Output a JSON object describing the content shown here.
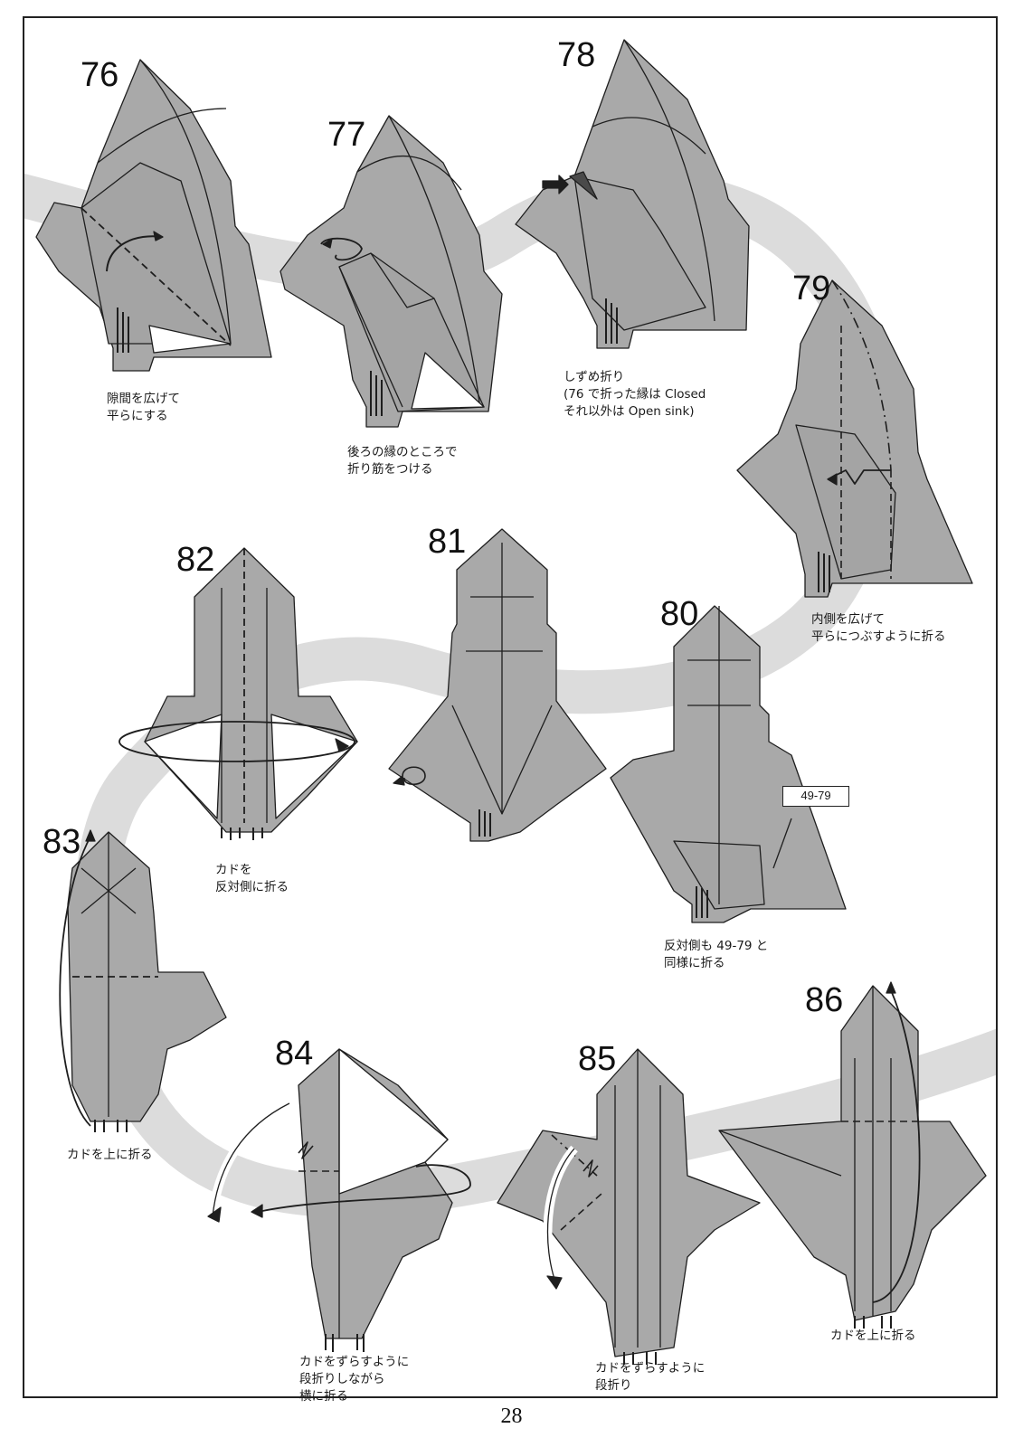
{
  "steps": [
    {
      "number": "76",
      "caption": [
        "隙間を広げて",
        "平らにする"
      ]
    },
    {
      "number": "77",
      "caption": [
        "後ろの縁のところで",
        "折り筋をつける"
      ]
    },
    {
      "number": "78",
      "caption": [
        "しずめ折り",
        "(76 で折った縁は Closed",
        "それ以外は Open sink)"
      ]
    },
    {
      "number": "79",
      "caption": [
        "内側を広げて",
        "平らにつぶすように折る"
      ]
    },
    {
      "number": "80",
      "caption": [
        "反対側も 49-79 と",
        "同様に折る"
      ],
      "reference_label": "49-79"
    },
    {
      "number": "81",
      "caption": []
    },
    {
      "number": "82",
      "caption": [
        "カドを",
        "反対側に折る"
      ]
    },
    {
      "number": "83",
      "caption": [
        "カドを上に折る"
      ]
    },
    {
      "number": "84",
      "caption": [
        "カドをずらすように",
        "段折りしながら",
        "横に折る"
      ]
    },
    {
      "number": "85",
      "caption": [
        "カドをずらすように",
        "段折り"
      ]
    },
    {
      "number": "86",
      "caption": [
        "カドを上に折る"
      ]
    }
  ],
  "page_number": "28",
  "colors": {
    "paper_gray": "#a9a9a9",
    "band_gray": "#dcdcdc",
    "line": "#1e1e1e",
    "white_side": "#ffffff"
  }
}
